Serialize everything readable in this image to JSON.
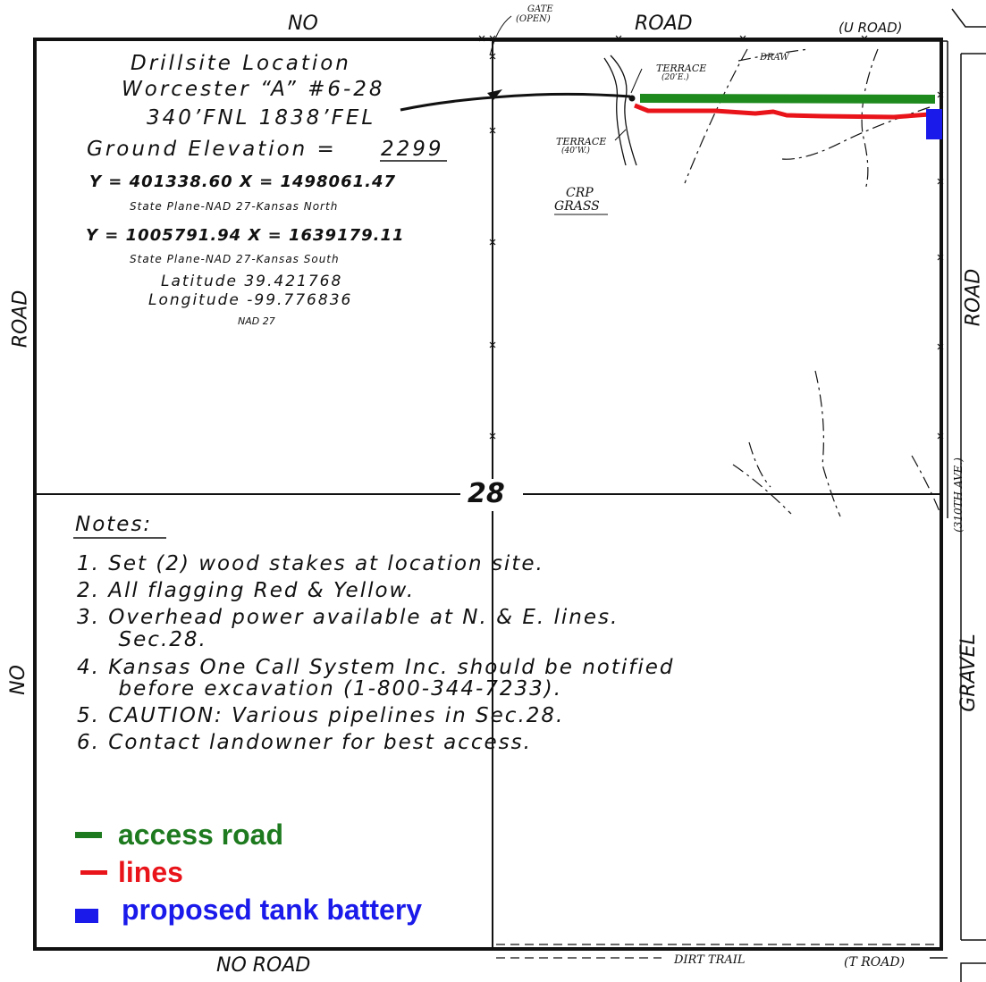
{
  "roads": {
    "north_left": "NO",
    "north_right": "ROAD",
    "gate_line1": "GATE",
    "gate_line2": "(OPEN)",
    "u_road": "(U  ROAD)",
    "west_top": "ROAD",
    "west_bottom": "NO",
    "east_top": "ROAD",
    "east_bottom": "GRAVEL",
    "east_ave": "(310TH  AVE.)",
    "south": "NO ROAD",
    "dirt_trail": "DIRT TRAIL",
    "t_road": "(T  ROAD)"
  },
  "section_number": "28",
  "drillsite": {
    "title": "Drillsite Location",
    "well": "Worcester “A” #6-28",
    "footage": "340’FNL  1838’FEL",
    "elevation_label": "Ground Elevation = ",
    "elevation_value": "2299",
    "north_coords": "Y = 401338.60   X = 1498061.47",
    "north_plane": "State Plane-NAD 27-Kansas North",
    "south_coords": "Y = 1005791.94   X = 1639179.11",
    "south_plane": "State Plane-NAD 27-Kansas South",
    "latitude": "Latitude 39.421768",
    "longitude": "Longitude -99.776836",
    "datum": "NAD 27"
  },
  "features": {
    "terrace_east": "TERRACE",
    "terrace_east_sub": "(20’E.)",
    "terrace_west": "TERRACE",
    "terrace_west_sub": "(40’W.)",
    "draw": "DRAW",
    "crp": "CRP",
    "grass": "GRASS"
  },
  "notes": {
    "heading": "Notes:",
    "items": [
      "1.  Set (2) wood stakes at location site.",
      "2.  All flagging Red & Yellow.",
      "3.  Overhead power available at N. & E. lines.",
      "     Sec.28.",
      "4.  Kansas One Call System Inc. should be notified",
      "     before excavation (1-800-344-7233).",
      "5.  CAUTION: Various pipelines in Sec.28.",
      "6.  Contact landowner for best access."
    ]
  },
  "legend": [
    {
      "label": "access road",
      "color": "#1e7a1e"
    },
    {
      "label": "lines",
      "color": "#e8141a"
    },
    {
      "label": "proposed tank battery",
      "color": "#1a1aeb"
    }
  ],
  "colors": {
    "access_road": "#1e8a1e",
    "lines": "#e8141a",
    "tank_battery": "#1a1aeb",
    "ink": "#111111"
  }
}
